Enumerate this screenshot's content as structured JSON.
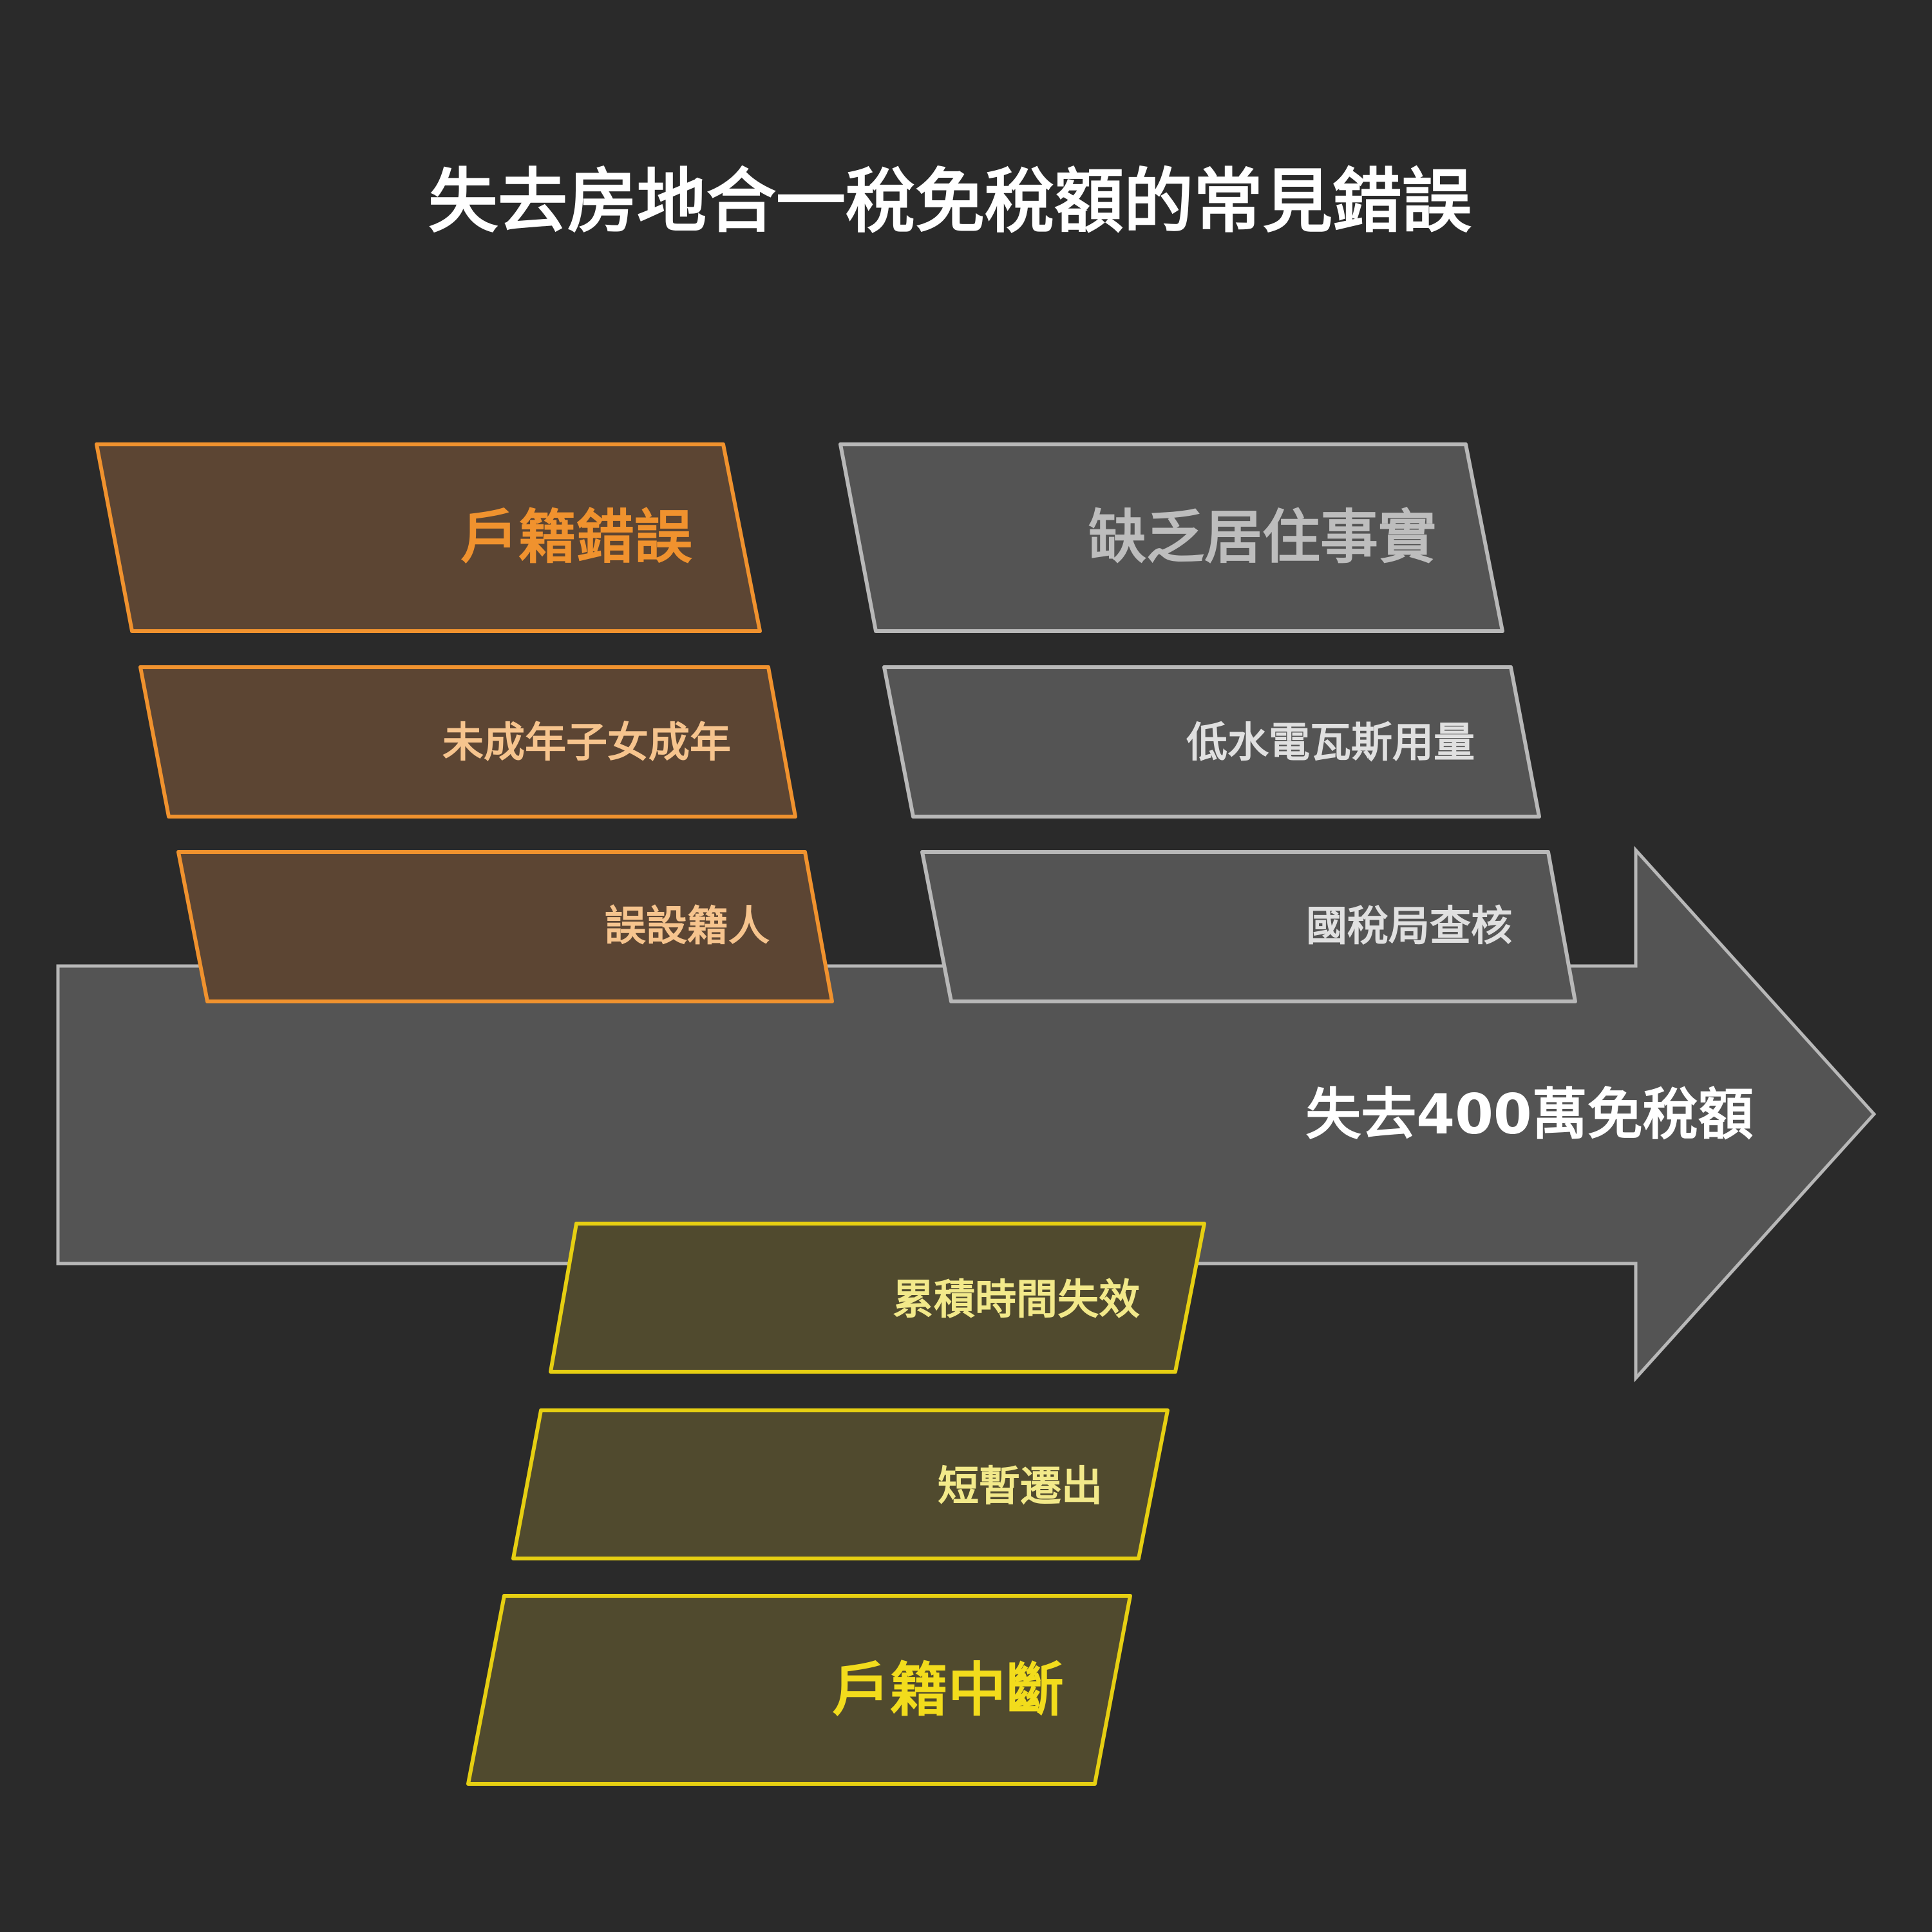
{
  "title": "失去房地合一稅免稅額的常見錯誤",
  "effect": "失去400萬免稅額",
  "colors": {
    "background": "#2a2a2a",
    "spine_fill": "#545454",
    "spine_stroke": "#b8b8b8",
    "title": "#ffffff",
    "effect_text": "#ffffff",
    "orange_fill": "#5c4533",
    "orange_stroke": "#f0922e",
    "orange_text": "#f0922e",
    "orange_sub_text": "#f6c48e",
    "gray_fill": "#545454",
    "gray_stroke": "#b8b8b8",
    "gray_text": "#bdbdbd",
    "gray_sub_text": "#e0e0e0",
    "yellow_fill": "#504a2e",
    "yellow_stroke": "#e6cf12",
    "yellow_text": "#f2dc1c",
    "yellow_sub_text": "#f2e98a"
  },
  "categories": [
    {
      "label": "戶籍錯誤",
      "theme": "orange",
      "causes": [
        "未成年子女成年",
        "誤設籍人"
      ]
    },
    {
      "label": "缺乏居住事實",
      "theme": "gray",
      "causes": [
        "低水電瓦斯用量",
        "國稅局查核"
      ]
    },
    {
      "label": "戶籍中斷",
      "theme": "yellow",
      "causes": [
        "累積時間失效",
        "短暫遷出"
      ]
    }
  ]
}
